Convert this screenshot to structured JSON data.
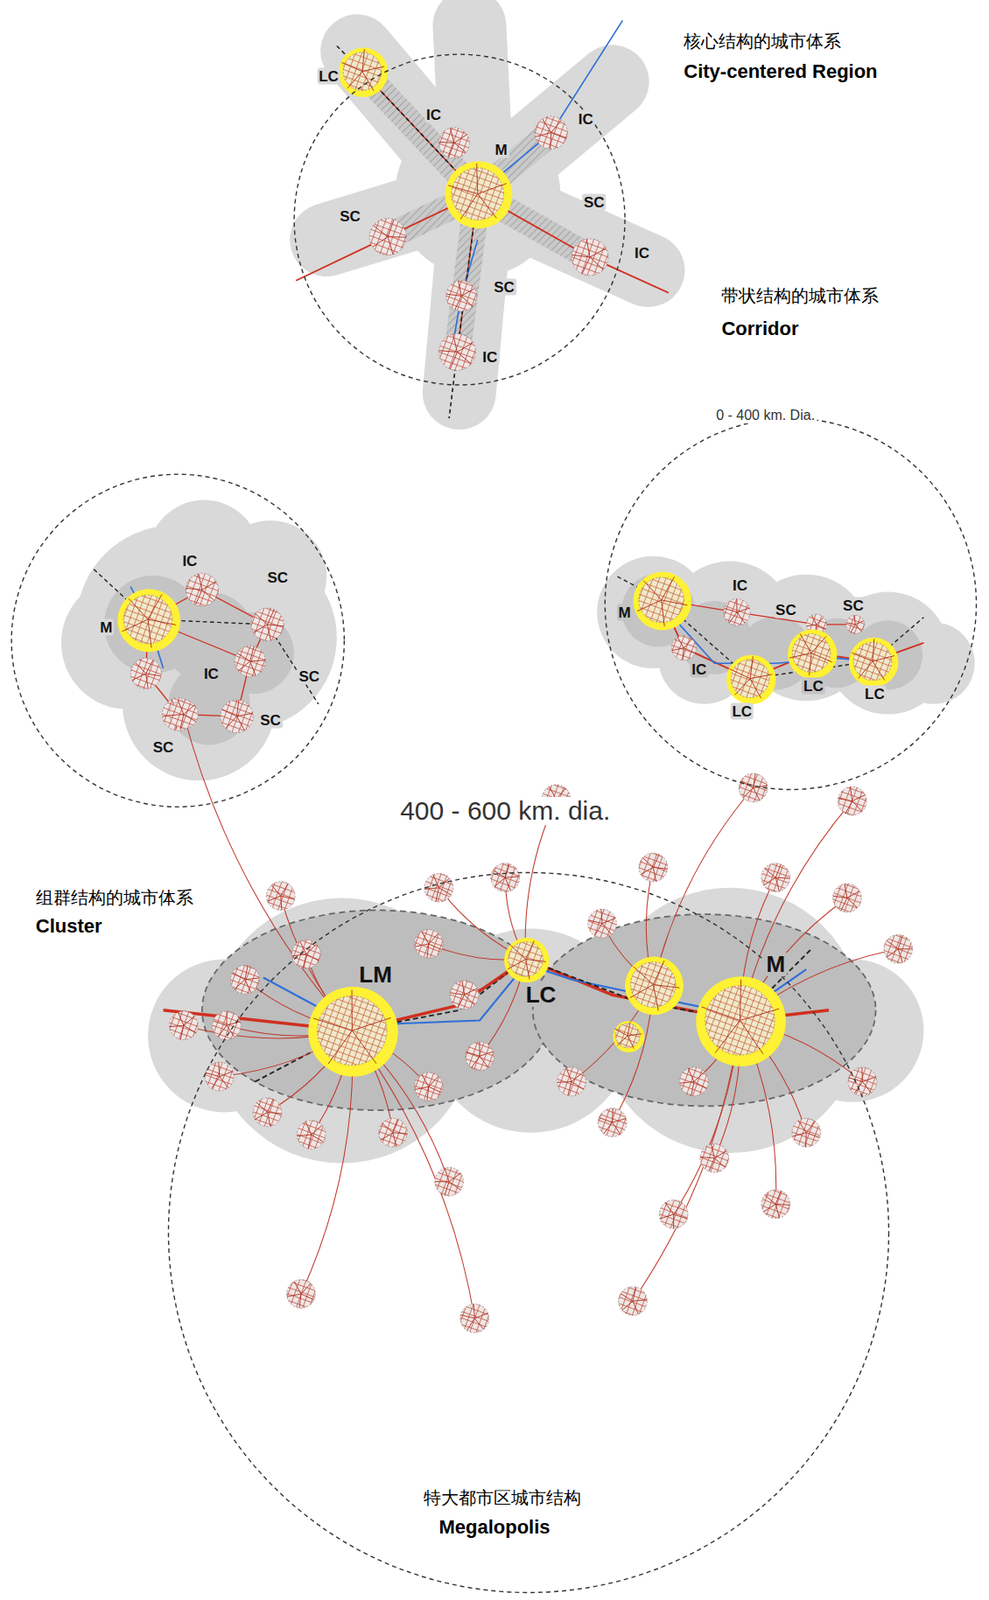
{
  "diagram": {
    "nodes": [
      {
        "text": [
          "核心结构的城市体系",
          "City-centered Region"
        ]
      },
      {
        "text": [
          "带状结构的城市体系",
          "Corridor"
        ]
      },
      {
        "text": [
          "组群结构的城市体系",
          "Cluster"
        ]
      },
      {
        "text": [
          "特大都市区城市结构",
          "Megalopolis"
        ]
      }
    ],
    "labels": [
      "LC",
      "IC",
      "IC",
      "M",
      "SC",
      "SC",
      "IC",
      "SC",
      "IC",
      "0 - 400 km. Dia.",
      "IC",
      "SC",
      "M",
      "IC",
      "SC",
      "SC",
      "SC",
      "M",
      "IC",
      "SC",
      "SC",
      "IC",
      "LC",
      "LC",
      "LC",
      "400 - 600 km. dia.",
      "LM",
      "M",
      "LC"
    ]
  }
}
